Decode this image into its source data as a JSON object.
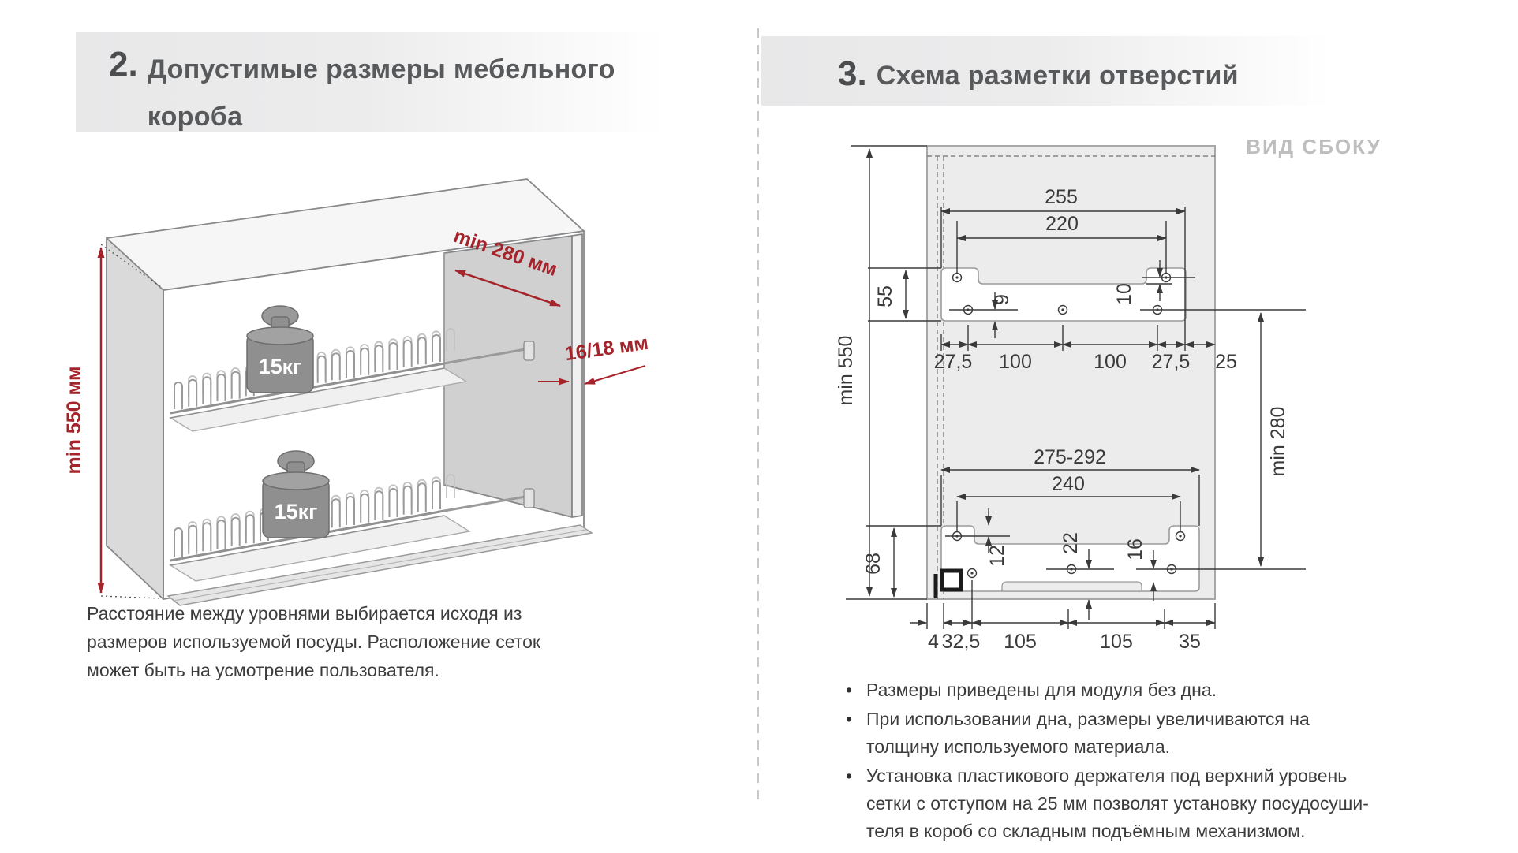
{
  "colors": {
    "accent_red": "#a5232a",
    "heading_gray": "#58595b",
    "panel_gray": "#ececec",
    "view_label_gray": "#bebebe",
    "dim_text": "#3a3a3a"
  },
  "section2": {
    "number": "2.",
    "title_line1": "Допустимые размеры  мебельного",
    "title_line2": "короба",
    "illustration": {
      "height_label": "min 550 мм",
      "depth_label": "min 280 мм",
      "thickness_label": "16/18 мм",
      "weight_label": "15кг"
    },
    "caption": "Расстояние между уровнями выбирается исходя из\nразмеров используемой посуды. Расположение сеток\nможет быть на усмотрение пользователя."
  },
  "section3": {
    "number": "3.",
    "title": "Схема разметки отверстий",
    "drawing": {
      "view_label": "ВИД СБОКУ",
      "dim_255": "255",
      "dim_220": "220",
      "dim_55": "55",
      "dim_9": "9",
      "dim_10": "10",
      "dim_row_top": [
        "27,5",
        "100",
        "100",
        "27,5",
        "25"
      ],
      "dim_min550": "min 550",
      "dim_min280": "min 280",
      "dim_275_292": "275-292",
      "dim_240": "240",
      "dim_68": "68",
      "dim_12": "12",
      "dim_22": "22",
      "dim_16": "16",
      "dim_row_bottom": [
        "4",
        "32,5",
        "105",
        "105",
        "35"
      ]
    },
    "notes": [
      "Размеры приведены для модуля без дна.",
      "При использовании дна, размеры увеличиваются на\nтолщину используемого материала.",
      "Установка пластикового держателя под верхний уровень\nсетки с отступом на 25 мм позволят установку посудосуши-\nтеля в короб со складным подъёмным механизмом."
    ]
  }
}
